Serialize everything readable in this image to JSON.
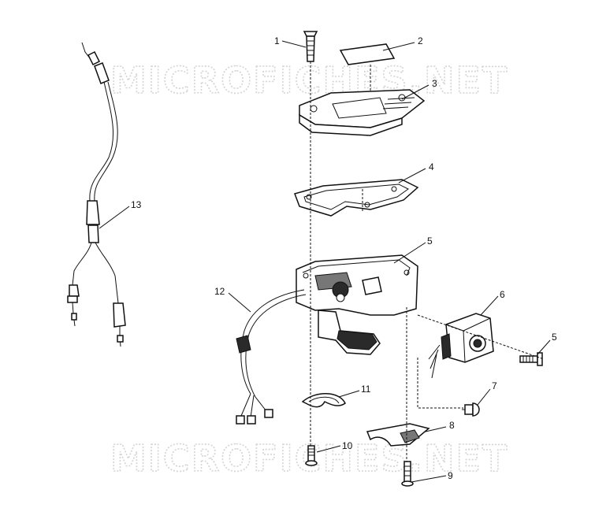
{
  "watermarks": [
    "MICROFICHES.NET",
    "MICROFICHES.NET"
  ],
  "callouts": [
    {
      "id": "1",
      "label": "1"
    },
    {
      "id": "2",
      "label": "2"
    },
    {
      "id": "3",
      "label": "3"
    },
    {
      "id": "4",
      "label": "4"
    },
    {
      "id": "5a",
      "label": "5"
    },
    {
      "id": "5b",
      "label": "5"
    },
    {
      "id": "6",
      "label": "6"
    },
    {
      "id": "7",
      "label": "7"
    },
    {
      "id": "8",
      "label": "8"
    },
    {
      "id": "9",
      "label": "9"
    },
    {
      "id": "10",
      "label": "10"
    },
    {
      "id": "11",
      "label": "11"
    },
    {
      "id": "12",
      "label": "12"
    },
    {
      "id": "13",
      "label": "13"
    }
  ],
  "colors": {
    "line": "#111111",
    "watermark": "#d4d4d4",
    "background": "#ffffff"
  }
}
